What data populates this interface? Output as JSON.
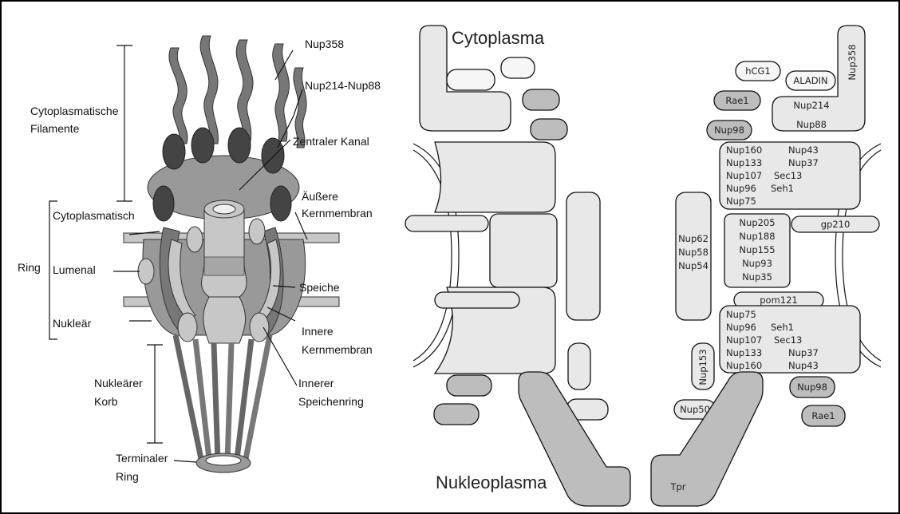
{
  "left_labels": {
    "nup358": "Nup358",
    "nup214_nup88": "Nup214-Nup88",
    "cyto_filaments_1": "Cytoplasmatische",
    "cyto_filaments_2": "Filamente",
    "central_channel": "Zentraler Kanal",
    "outer_membrane_1": "Äußere",
    "outer_membrane_2": "Kernmembran",
    "ring": "Ring",
    "cytoplasmic": "Cytoplasmatisch",
    "lumenal": "Lumenal",
    "nuclear": "Nukleär",
    "spoke": "Speiche",
    "inner_membrane_1": "Innere",
    "inner_membrane_2": "Kernmembran",
    "nuclear_basket_1": "Nukleärer",
    "nuclear_basket_2": "Korb",
    "inner_spoke_ring_1": "Innerer",
    "inner_spoke_ring_2": "Speichenring",
    "terminal_ring_1": "Terminaler",
    "terminal_ring_2": "Ring"
  },
  "right_labels": {
    "cytoplasm": "Cytoplasma",
    "nucleoplasm": "Nukleoplasma",
    "hcg1": "hCG1",
    "aladin": "ALADIN",
    "nup358": "Nup358",
    "rae1_top": "Rae1",
    "nup214": "Nup214",
    "nup88": "Nup88",
    "nup98_top": "Nup98",
    "upper_complex": [
      "Nup160",
      "Nup43",
      "Nup133",
      "Nup37",
      "Nup107",
      "Sec13",
      "Nup96",
      "Seh1",
      "Nup75"
    ],
    "central_complex": [
      "Nup205",
      "Nup188",
      "Nup155",
      "Nup93",
      "Nup35"
    ],
    "fg_complex": [
      "Nup62",
      "Nup58",
      "Nup54"
    ],
    "gp210": "gp210",
    "pom121": "pom121",
    "lower_complex": [
      "Nup75",
      "Nup96",
      "Seh1",
      "Nup107",
      "Sec13",
      "Nup133",
      "Nup37",
      "Nup160",
      "Nup43"
    ],
    "nup153": "Nup153",
    "nup98_bottom": "Nup98",
    "nup50": "Nup50",
    "rae1_bottom": "Rae1",
    "tpr": "Tpr"
  }
}
